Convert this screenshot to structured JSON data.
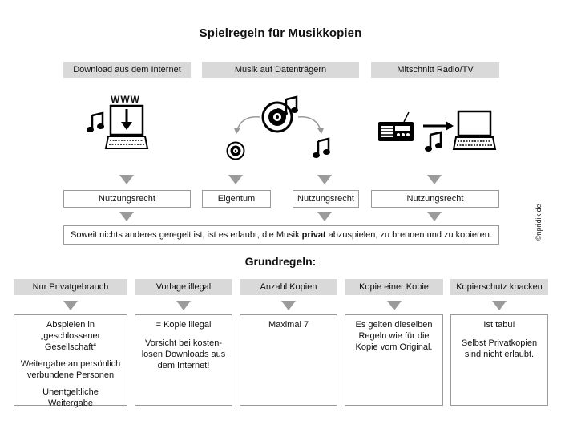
{
  "title": "Spielregeln für Musikkopien",
  "sources": [
    {
      "label": "Download aus dem Internet"
    },
    {
      "label": "Musik auf Datenträgern"
    },
    {
      "label": "Mitschnitt Radio/TV"
    }
  ],
  "icon_text": {
    "www": "WWW"
  },
  "rights": [
    {
      "label": "Nutzungsrecht"
    },
    {
      "label": "Eigentum"
    },
    {
      "label": "Nutzungsrecht"
    },
    {
      "label": "Nutzungsrecht"
    }
  ],
  "note": {
    "before": "Soweit nichts anderes geregelt ist, ist es erlaubt, die Musik ",
    "emphasis": "privat",
    "after": " abzuspielen, zu brennen und zu kopieren."
  },
  "subtitle": "Grundregeln:",
  "rules": [
    {
      "heading": "Nur Privatgebrauch",
      "lines": [
        "Abspielen in „geschlossener Gesellschaft“",
        "Weitergabe an persönlich verbundene Personen",
        "Unentgeltliche Weitergabe"
      ]
    },
    {
      "heading": "Vorlage illegal",
      "lines": [
        "= Kopie illegal",
        "Vorsicht bei kosten-losen Downloads aus dem Internet!"
      ]
    },
    {
      "heading": "Anzahl Kopien",
      "lines": [
        "Maximal 7"
      ]
    },
    {
      "heading": "Kopie einer Kopie",
      "lines": [
        "Es gelten dieselben Regeln wie für die Kopie vom Original."
      ]
    },
    {
      "heading": "Kopierschutz knacken",
      "lines": [
        "Ist tabu!",
        "Selbst Privatkopien sind nicht erlaubt."
      ]
    }
  ],
  "copyright": "©npridik.de",
  "colors": {
    "header_bg": "#d9d9d9",
    "arrow": "#9b9b9b",
    "border": "#9a9a9a",
    "text": "#111111"
  }
}
